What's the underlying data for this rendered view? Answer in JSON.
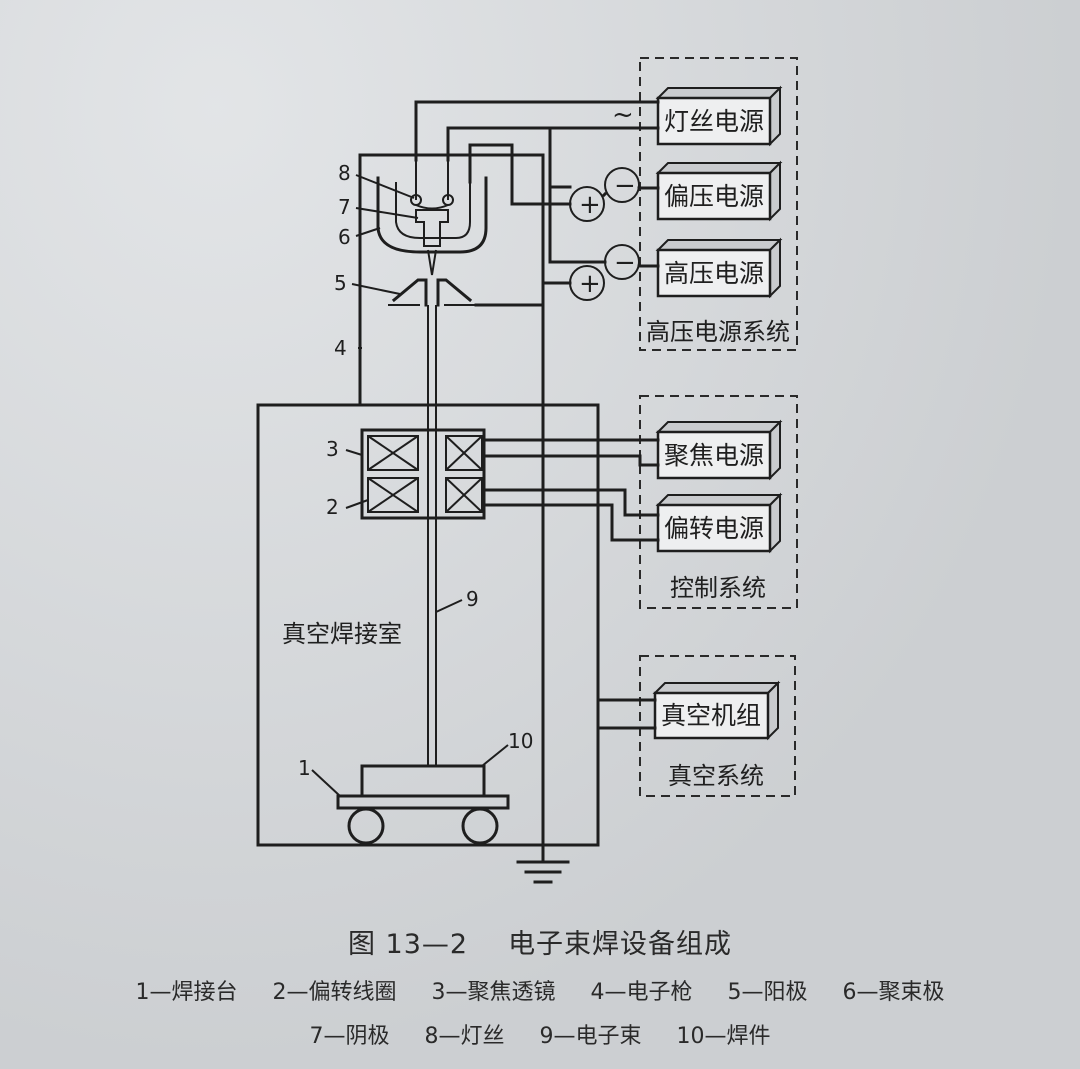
{
  "figure": {
    "number": "图 13—2",
    "title": "电子束焊设备组成"
  },
  "legend": [
    {
      "num": "1",
      "text": "1—焊接台"
    },
    {
      "num": "2",
      "text": "2—偏转线圈"
    },
    {
      "num": "3",
      "text": "3—聚焦透镜"
    },
    {
      "num": "4",
      "text": "4—电子枪"
    },
    {
      "num": "5",
      "text": "5—阳极"
    },
    {
      "num": "6",
      "text": "6—聚束极"
    },
    {
      "num": "7",
      "text": "7—阴极"
    },
    {
      "num": "8",
      "text": "8—灯丝"
    },
    {
      "num": "9",
      "text": "9—电子束"
    },
    {
      "num": "10",
      "text": "10—焊件"
    }
  ],
  "boxes": {
    "filament_power": "灯丝电源",
    "bias_power": "偏压电源",
    "hv_power": "高压电源",
    "focus_power": "聚焦电源",
    "deflect_power": "偏转电源",
    "vacuum_unit": "真空机组"
  },
  "systems": {
    "hv_system": "高压电源系统",
    "control_system": "控制系统",
    "vacuum_system": "真空系统"
  },
  "chamber_label": "真空焊接室",
  "numbers": {
    "n1": "1",
    "n2": "2",
    "n3": "3",
    "n4": "4",
    "n5": "5",
    "n6": "6",
    "n7": "7",
    "n8": "8",
    "n9": "9",
    "n10": "10"
  },
  "symbols": {
    "ac": "~",
    "minus": "−",
    "plus": "+"
  }
}
